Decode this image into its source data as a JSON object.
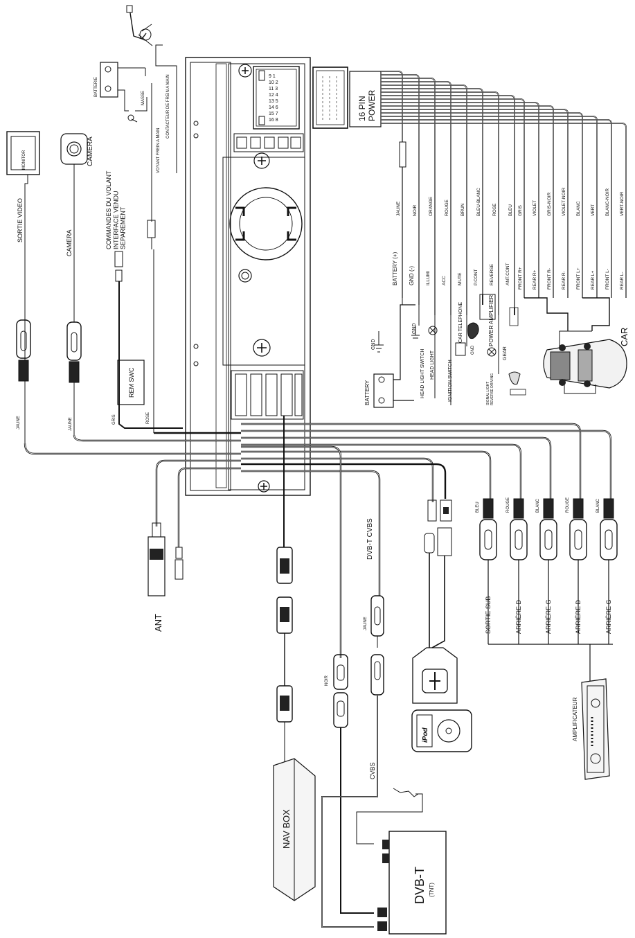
{
  "headunit": {
    "connector_label": "16 PIN\nPOWER",
    "pin_numbers": [
      "9 1",
      "10 2",
      "11 3",
      "12 4",
      "13 5",
      "14 6",
      "15 7",
      "16 8"
    ]
  },
  "power_wires": [
    {
      "color": "JAUNE",
      "func": "BATTERY (+)"
    },
    {
      "color": "NOIR",
      "func": "GND (-)"
    },
    {
      "color": "ORANGE",
      "func": "ILLUMI"
    },
    {
      "color": "ROUGE",
      "func": "ACC"
    },
    {
      "color": "BRUN",
      "func": "MUTE"
    },
    {
      "color": "BLEU-BLANC",
      "func": "P.CONT"
    },
    {
      "color": "ROSE",
      "func": "REVERSE"
    },
    {
      "color": "BLEU",
      "func": "ANT.CONT"
    }
  ],
  "speaker_wires": [
    {
      "color": "GRIS",
      "func": "FRONT R+"
    },
    {
      "color": "VIOLET",
      "func": "REAR R+"
    },
    {
      "color": "GRIS-NOIR",
      "func": "FRONT R-"
    },
    {
      "color": "VIOLET-NOIR",
      "func": "REAR R-"
    },
    {
      "color": "BLANC",
      "func": "FRONT L+"
    },
    {
      "color": "VERT",
      "func": "REAR L+"
    },
    {
      "color": "BLANC-NOIR",
      "func": "FRONT L-"
    },
    {
      "color": "VERT-NOIR",
      "func": "REAR L-"
    }
  ],
  "vehicle_side": {
    "battery": "BATTERY",
    "gnd": "GND",
    "gnd2": "GND",
    "gnd3": "GND",
    "head_light_switch": "HEAD LIGHT SWITCH",
    "head_light": "HEAD LIGHT",
    "ignition_switch": "IGNITION SWITCH",
    "car_telephone": "CAR TELEPHONE",
    "power_amplifier": "POWER AMPLIFIER",
    "gear": "GEAR",
    "signal_light": "SIGNAL LIGHT\nREVERSE DRIVING",
    "car": "CAR"
  },
  "left_side": {
    "batterie": "BATTERIE",
    "masse": "MASSE",
    "contacteur": "CONTACTEUR DE FREIN A MAIN",
    "voyant": "VOYANT FREIN A MAIN",
    "monitor": "MONITOR",
    "sortie_video": "SORTIE VIDEO",
    "camera_device": "CAMERA",
    "camera_cable": "CAMERA",
    "commandes": "COMMANDES DU VOLANT\nINTERFACE VENDU\nSEPAREMENT",
    "rem_swc": "REM SWC",
    "jaune1": "JAUNE",
    "jaune2": "JAUNE",
    "gris": "GRIS",
    "rose": "ROSE"
  },
  "bottom": {
    "ant": "ANT",
    "nav_box": "NAV BOX",
    "dvbt_cvbs": "DVB-T CVBS",
    "jaune3": "JAUNE",
    "noir": "NOIR",
    "cvbs": "CVBS",
    "dvbt": "DVB-T",
    "tnt": "(TNT)",
    "ipod": "iPod",
    "amplificateur": "AMPLIFICATEUR",
    "rca_colors": [
      "BLEU",
      "ROUGE",
      "BLANC",
      "ROUGE",
      "BLANC"
    ],
    "rca_labels": [
      "SORTIE SUB",
      "ARRIÈRE D",
      "ARRIÈRE G",
      "ARRIÈRE D",
      "ARRIÈRE G"
    ]
  }
}
